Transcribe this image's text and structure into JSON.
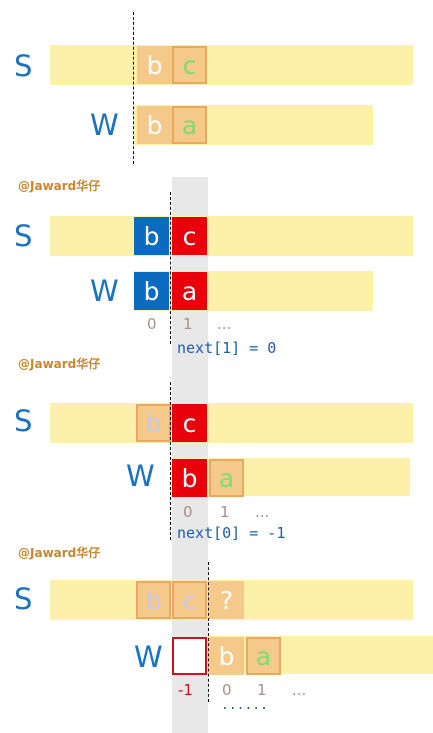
{
  "watermark": "@Jaward华仔",
  "labels": {
    "s": "S",
    "w": "W"
  },
  "panel1": {
    "s_cells": [
      "b",
      "c"
    ],
    "w_cells": [
      "b",
      "a"
    ]
  },
  "panel2": {
    "s_cells": [
      "b",
      "c"
    ],
    "w_cells": [
      "b",
      "a"
    ],
    "indices": [
      "0",
      "1",
      "..."
    ],
    "next_text": "next[1] = 0"
  },
  "panel3": {
    "s_cells": [
      "b",
      "c"
    ],
    "w_cells": [
      "b",
      "a"
    ],
    "indices": [
      "0",
      "1",
      "..."
    ],
    "next_text": "next[0] = -1"
  },
  "panel4": {
    "s_cells": [
      "b",
      "c",
      "?"
    ],
    "w_cells": [
      "",
      "b",
      "a"
    ],
    "neg_index": "-1",
    "indices": [
      "0",
      "1",
      "..."
    ],
    "dots": "......"
  },
  "colors": {
    "bar": "#fdf0a8",
    "tan_cell": "#f5c98a",
    "blue_cell": "#0a6bbf",
    "red_cell": "#e8000a",
    "label": "#1a73c2",
    "watermark": "#c6872f",
    "grey_band": "#e8e8e8"
  }
}
